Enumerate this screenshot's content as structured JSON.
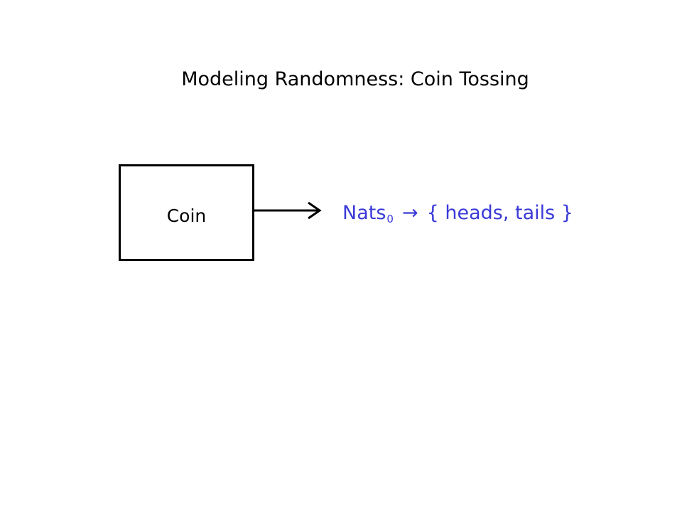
{
  "slide": {
    "title": "Modeling Randomness: Coin Tossing"
  },
  "diagram": {
    "box_label": "Coin",
    "mapping": {
      "domain": "Nats",
      "domain_subscript": "0",
      "arrow_symbol": "→",
      "codomain": "{ heads, tails }"
    }
  },
  "colors": {
    "text": "#000000",
    "mapping_text": "#3a3ad8",
    "background": "#ffffff"
  },
  "icons": {
    "arrow": "right-arrow-icon"
  }
}
